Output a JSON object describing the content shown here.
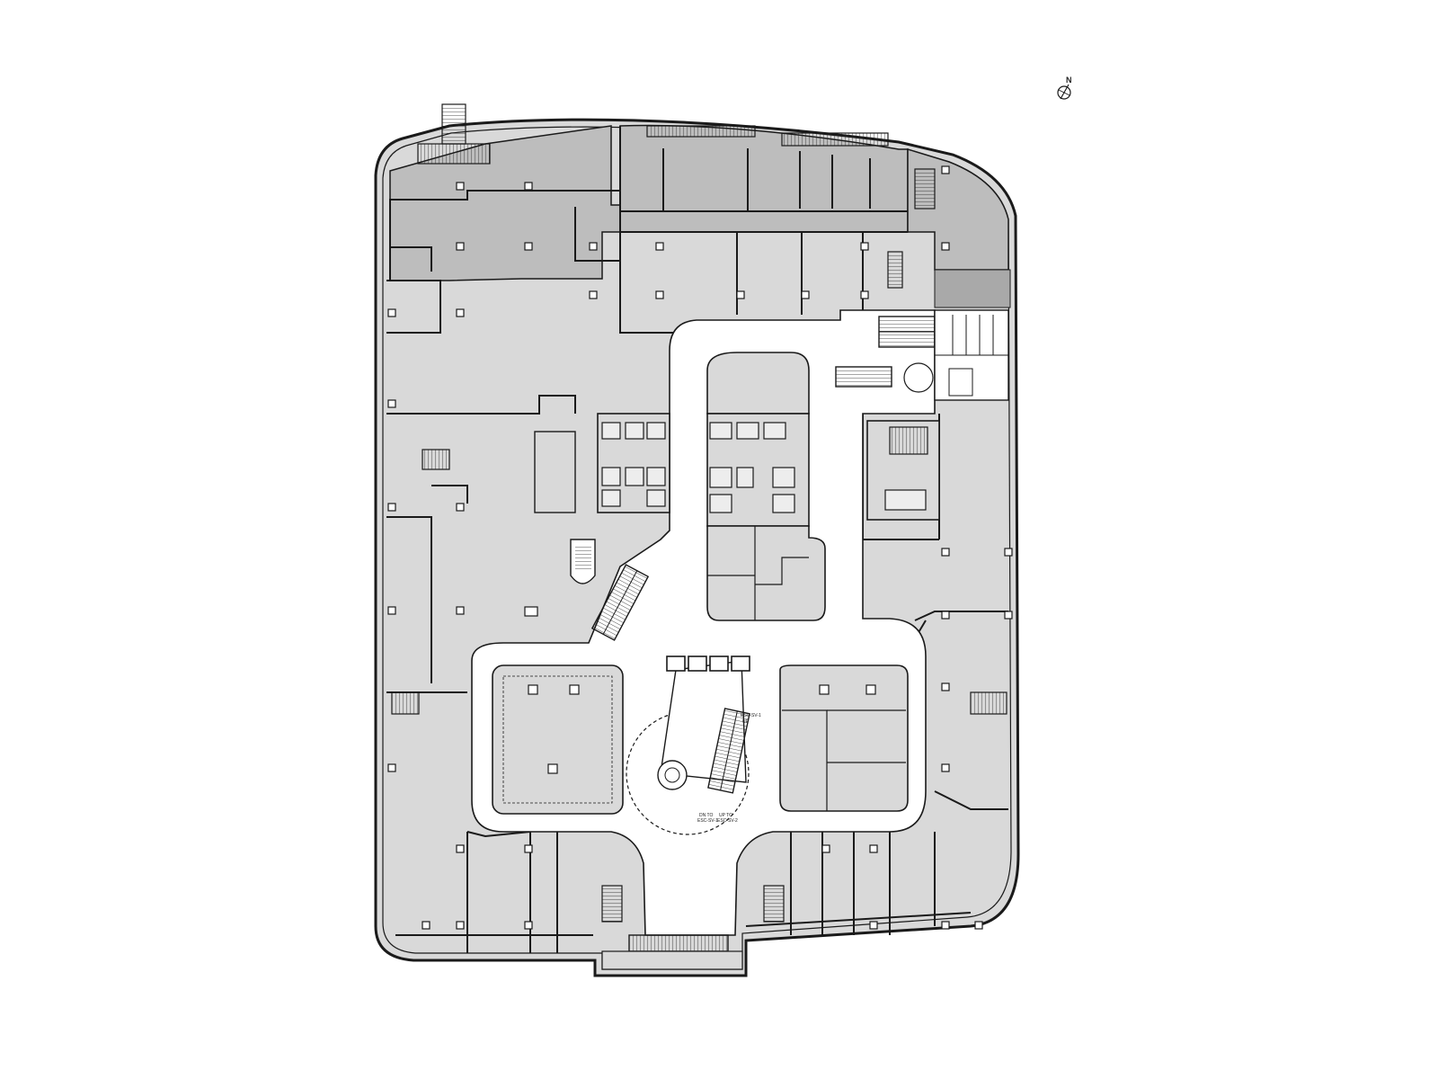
{
  "plan": {
    "north_label": "N",
    "escalator_labels": {
      "a_top": "ESC-SV-1",
      "a_bottom": "UP",
      "b_line1": "DN TO",
      "b_line2": "ESC-SV-1",
      "c_line1": "UP TO",
      "c_line2": "ESC-SV-2"
    },
    "colors": {
      "tenant_fill": "#d9d9d9",
      "back_of_house_fill": "#bdbdbd",
      "corridor_fill": "#ffffff",
      "line": "#1a1a1a"
    }
  }
}
